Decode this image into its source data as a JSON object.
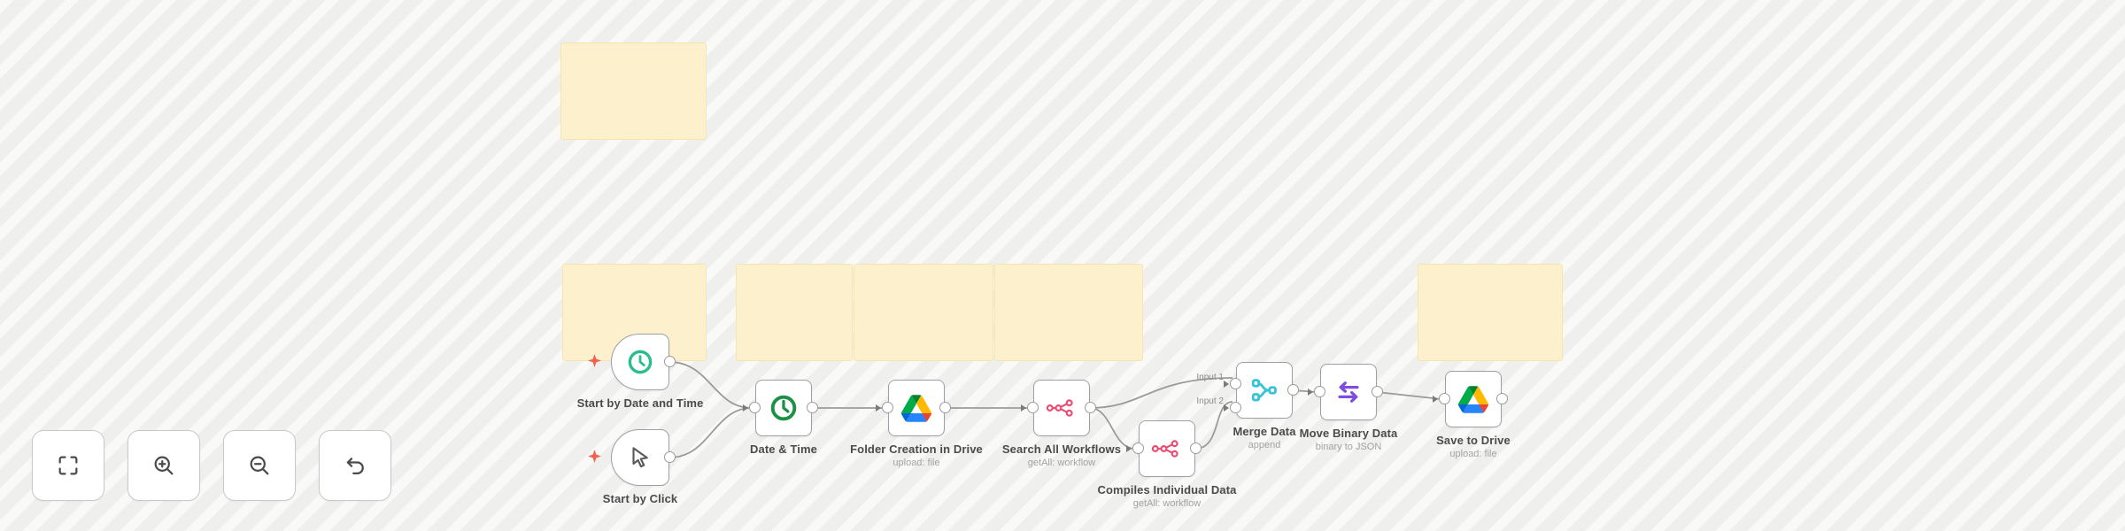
{
  "workflow": {
    "nodes": [
      {
        "label": "Start by Date and Time",
        "subtitle": "",
        "icon": "clock-outline-icon",
        "trigger": true
      },
      {
        "label": "Start by Click",
        "subtitle": "",
        "icon": "cursor-icon",
        "trigger": true
      },
      {
        "label": "Date & Time",
        "subtitle": "",
        "icon": "clock-icon",
        "trigger": false
      },
      {
        "label": "Folder Creation in Drive",
        "subtitle": "upload: file",
        "icon": "google-drive-icon",
        "trigger": false
      },
      {
        "label": "Search All Workflows",
        "subtitle": "getAll: workflow",
        "icon": "n8n-icon",
        "trigger": false
      },
      {
        "label": "Compiles Individual Data",
        "subtitle": "getAll: workflow",
        "icon": "n8n-icon",
        "trigger": false
      },
      {
        "label": "Merge Data",
        "subtitle": "append",
        "icon": "merge-icon",
        "trigger": false,
        "input_labels": [
          "Input 1",
          "Input 2"
        ]
      },
      {
        "label": "Move Binary Data",
        "subtitle": "binary to JSON",
        "icon": "swap-arrows-icon",
        "trigger": false
      },
      {
        "label": "Save to Drive",
        "subtitle": "upload: file",
        "icon": "google-drive-icon",
        "trigger": false
      }
    ],
    "sticky_note_count": 6,
    "colors": {
      "schedule_trigger_green": "#2bbd8e",
      "datetime_green": "#1a9144",
      "n8n_pink": "#ea4b71",
      "merge_cyan": "#38c3d7",
      "binary_purple": "#7d4ce0",
      "trigger_spark_red": "#f4604c",
      "sticky_yellow": "#fdf0cd",
      "edge_gray": "#9b9b9b"
    }
  },
  "toolbar": {
    "buttons": [
      {
        "name": "zoom-to-fit"
      },
      {
        "name": "zoom-in"
      },
      {
        "name": "zoom-out"
      },
      {
        "name": "reset"
      }
    ]
  }
}
